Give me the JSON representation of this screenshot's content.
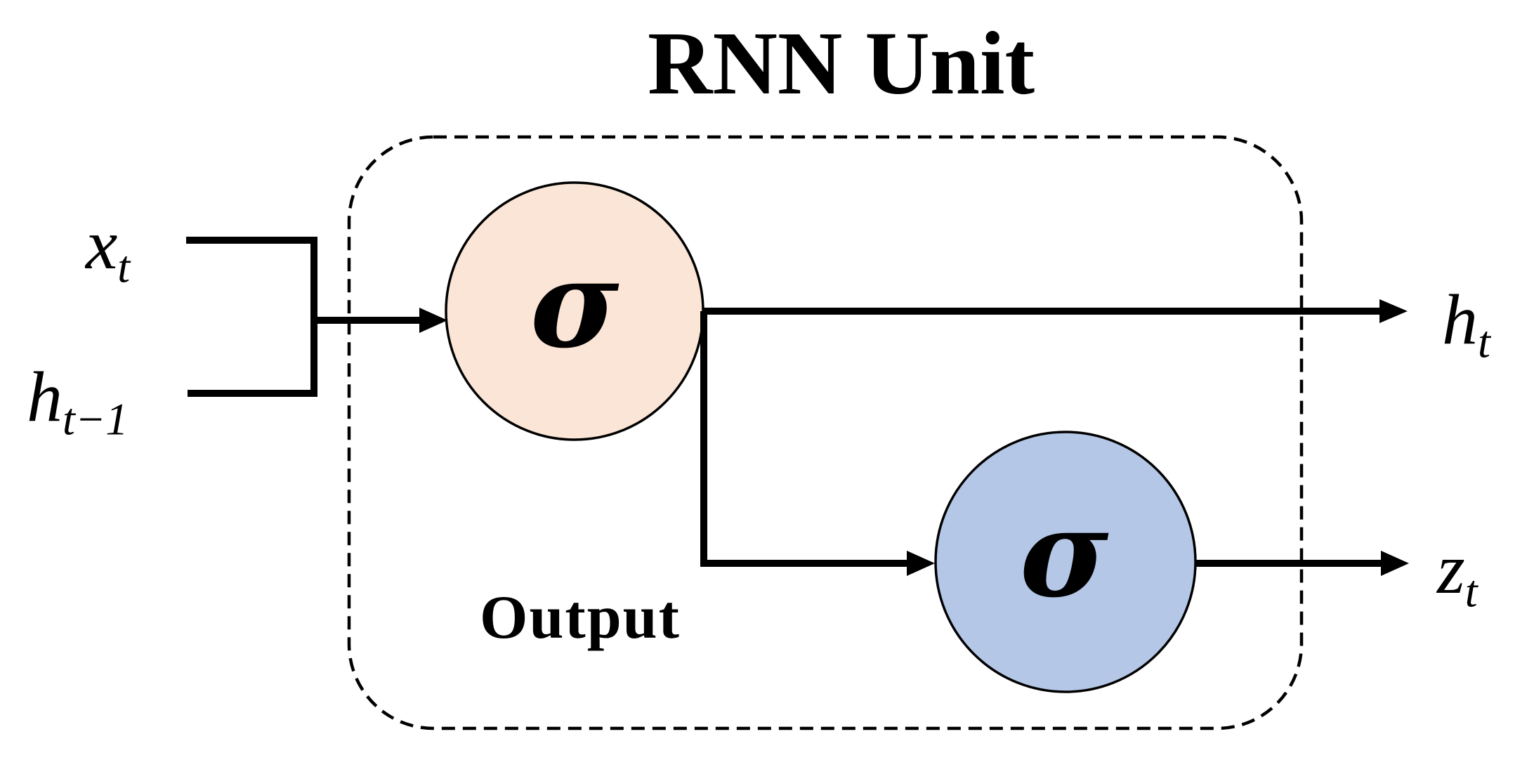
{
  "title": "RNN Unit",
  "labels": {
    "input_x": {
      "base": "x",
      "sub": "t"
    },
    "input_h_prev": {
      "base": "h",
      "sub": "t−1"
    },
    "output_h": {
      "base": "h",
      "sub": "t"
    },
    "output_z": {
      "base": "z",
      "sub": "t"
    },
    "box_label": "Output"
  },
  "nodes": {
    "sigma1": {
      "symbol": "σ",
      "fill": "#FBE5D6"
    },
    "sigma2": {
      "symbol": "σ",
      "fill": "#B4C7E7"
    }
  },
  "colors": {
    "line": "#000000",
    "border": "#000000",
    "background": "#FFFFFF"
  }
}
